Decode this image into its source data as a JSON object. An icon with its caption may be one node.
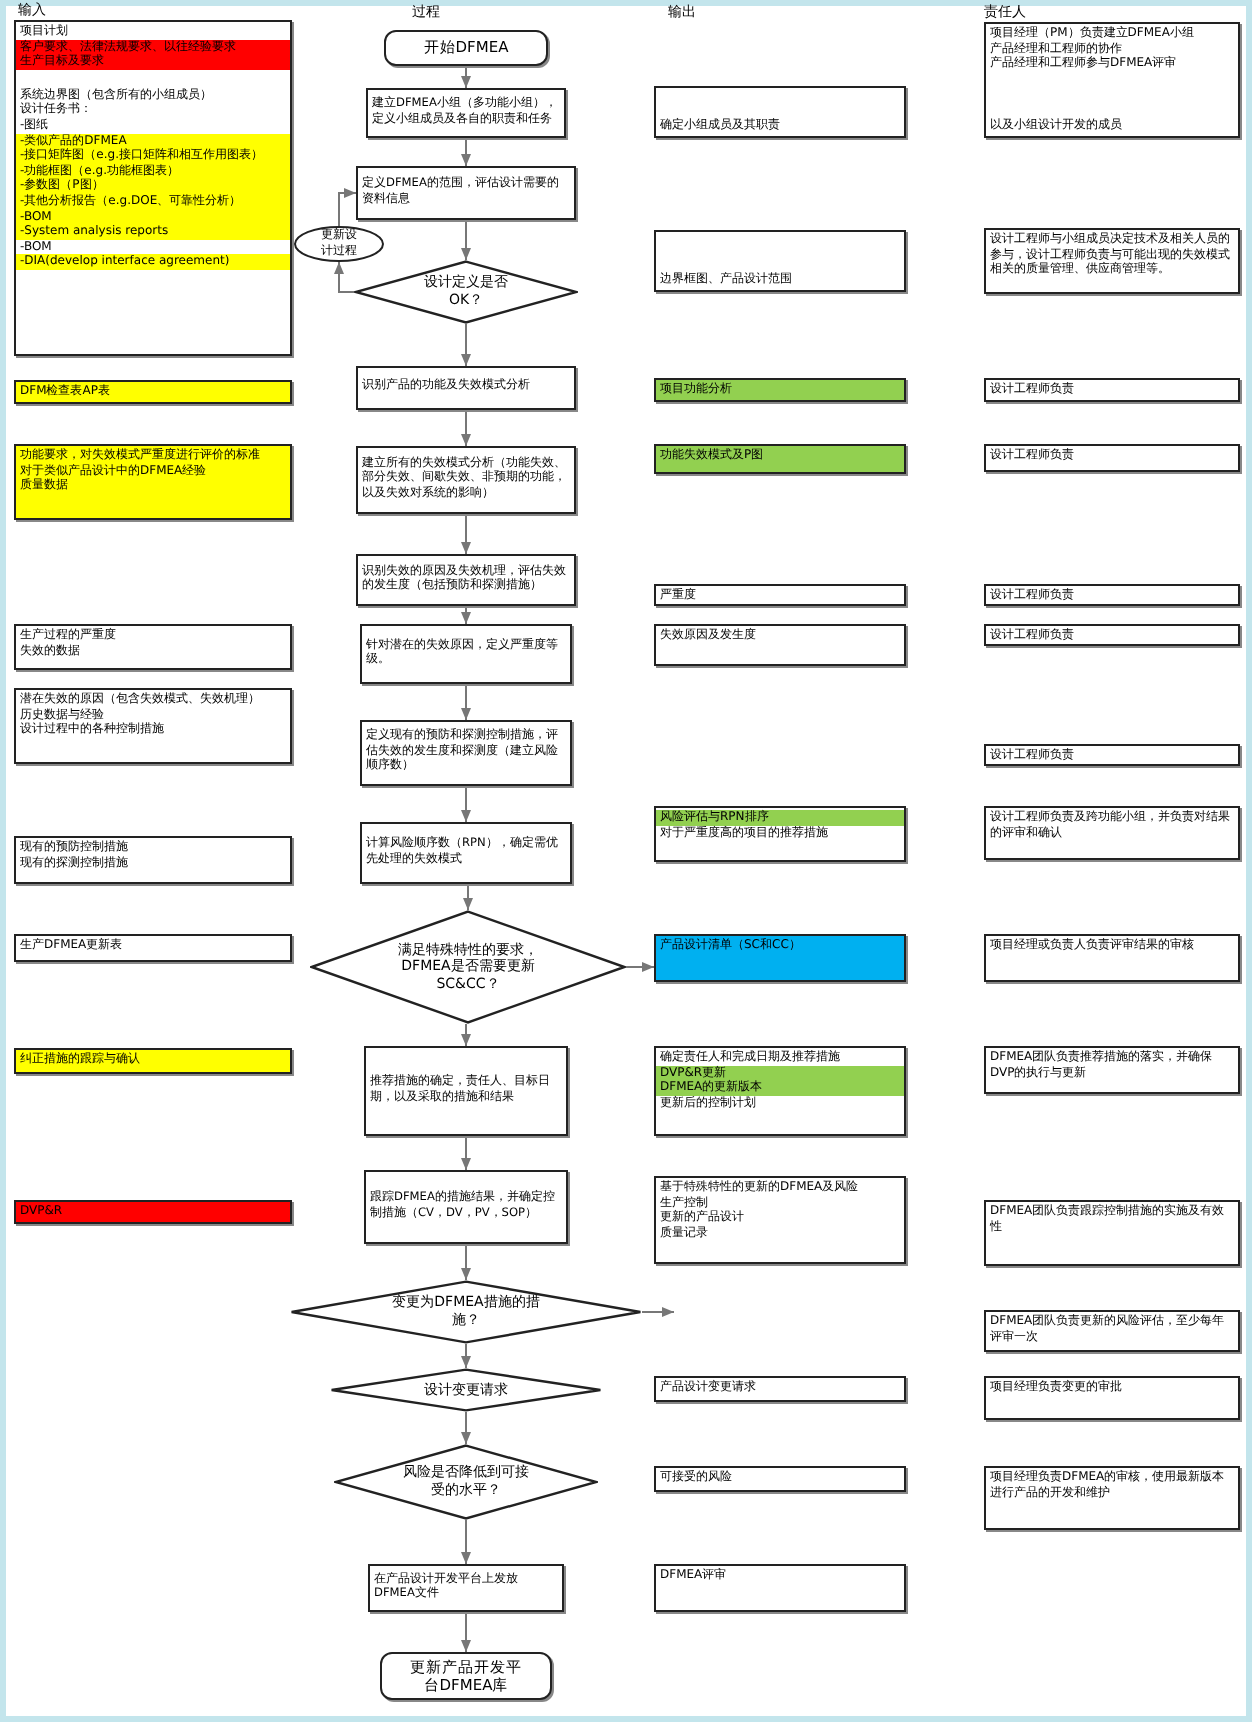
{
  "diagram": {
    "nodes": [
      {
        "text": [
          "项目计划",
          "客户要求、法律法规要求、以往经验要求",
          "生产目标及要求",
          "系统边界图（包含所有的小组成员）",
          "设计任务书：",
          "-图纸",
          "-类似产品的DFMEA",
          "-接口矩阵图（e.g.接口矩阵和相互作用图表）",
          "-功能框图（e.g.功能框图表）",
          "-参数图（P图）",
          "-其他分析报告（e.g.DOE、可靠性分析）",
          "-BOM",
          "-System analysis reports",
          "-BOM",
          "-DIA(develop interface agreement)"
        ]
      },
      {
        "text": [
          "DFM检查表AP表"
        ]
      },
      {
        "text": [
          "功能要求，对失效模式严重度进行评价的标准",
          "对于类似产品设计中的DFMEA经验",
          "质量数据"
        ]
      },
      {
        "text": [
          "生产过程的严重度",
          "失效的数据"
        ]
      },
      {
        "text": [
          "潜在失效的原因（包含失效模式、失效机理）",
          "历史数据与经验",
          "设计过程中的各种控制措施"
        ]
      },
      {
        "text": [
          "现有的预防控制措施",
          "现有的探测控制措施"
        ]
      },
      {
        "text": [
          "生产DFMEA更新表"
        ]
      },
      {
        "text": [
          "纠正措施的跟踪与确认"
        ]
      },
      {
        "text": [
          "DVP&R"
        ]
      },
      {
        "text": [
          "开始DFMEA"
        ]
      },
      {
        "text": [
          "建立DFMEA小组（多功能小组），定义小组成员及各自的职责和任务"
        ]
      },
      {
        "text": [
          "定义DFMEA的范围，评估设计需要的资料信息"
        ]
      },
      {
        "text": [
          "更新设计过程"
        ]
      },
      {
        "text": [
          "设计定义是否OK？"
        ]
      },
      {
        "text": [
          "识别产品的功能及失效模式分析"
        ]
      },
      {
        "text": [
          "建立所有的失效模式分析（功能失效、部分失效、间歇失效、非预期的功能，以及失效对系统的影响）"
        ]
      },
      {
        "text": [
          "识别失效的原因及失效机理，评估失效的发生度（包括预防和探测措施）"
        ]
      },
      {
        "text": [
          "针对潜在的失效原因，定义严重度等级。"
        ]
      },
      {
        "text": [
          "定义现有的预防和探测控制措施，评估失效的发生度和探测度（建立风险顺序数）"
        ]
      },
      {
        "text": [
          "计算风险顺序数（RPN），确定需优先处理的失效模式"
        ]
      },
      {
        "text": [
          "满足特殊特性的要求，DFMEA是否需要更新SC&CC？"
        ]
      },
      {
        "text": [
          "推荐措施的确定，责任人、目标日期，以及采取的措施和结果"
        ]
      },
      {
        "text": [
          "跟踪DFMEA的措施结果，并确定控制措施（CV，DV，PV，SOP）"
        ]
      },
      {
        "text": [
          "变更为DFMEA措施的措施？"
        ]
      },
      {
        "text": [
          "设计变更请求"
        ]
      },
      {
        "text": [
          "风险是否降低到可接受的水平？"
        ]
      },
      {
        "text": [
          "在产品设计开发平台上发放DFMEA文件"
        ]
      },
      {
        "text": [
          "更新产品开发平台DFMEA库"
        ]
      },
      {
        "text": [
          "确定小组成员及其职责"
        ]
      },
      {
        "text": [
          "边界框图、产品设计范围"
        ]
      },
      {
        "text": [
          "项目功能分析"
        ]
      },
      {
        "text": [
          "功能失效模式及P图"
        ]
      },
      {
        "text": [
          "严重度"
        ]
      },
      {
        "text": [
          "失效原因及发生度"
        ]
      },
      {
        "text": [
          "风险评估与RPN排序",
          "对于严重度高的项目的推荐措施"
        ]
      },
      {
        "text": [
          "产品设计清单（SC和CC）"
        ]
      },
      {
        "text": [
          "确定责任人和完成日期及推荐措施",
          "DVP&R更新",
          "DFMEA的更新版本",
          "更新后的控制计划"
        ]
      },
      {
        "text": [
          "基于特殊特性的更新的DFMEA及风险",
          "生产控制",
          "更新的产品设计",
          "质量记录"
        ]
      },
      {
        "text": [
          "产品设计变更请求"
        ]
      },
      {
        "text": [
          "可接受的风险"
        ]
      },
      {
        "text": [
          "DFMEA评审"
        ]
      },
      {
        "text": [
          "项目经理（PM）负责建立DFMEA小组",
          "产品经理和工程师的协作",
          "产品经理和工程师参与DFMEA评审",
          "以及小组设计开发的成员"
        ]
      },
      {
        "text": [
          "设计工程师与小组成员决定技术及相关人员的参与，设计工程师负责与可能出现的失效模式相关的质量管理、供应商管理等。"
        ]
      },
      {
        "text": [
          "设计工程师负责"
        ]
      },
      {
        "text": [
          "设计工程师负责"
        ]
      },
      {
        "text": [
          "设计工程师负责"
        ]
      },
      {
        "text": [
          "设计工程师负责"
        ]
      },
      {
        "text": [
          "设计工程师负责"
        ]
      },
      {
        "text": [
          "设计工程师负责及跨功能小组，并负责对结果的评审和确认"
        ]
      },
      {
        "text": [
          "项目经理或负责人负责评审结果的审核"
        ]
      },
      {
        "text": [
          "DFMEA团队负责推荐措施的落实，并确保DVP的执行与更新"
        ]
      },
      {
        "text": [
          "DFMEA团队负责跟踪控制措施的实施及有效性"
        ]
      },
      {
        "text": [
          "DFMEA团队负责更新的风险评估，至少每年评审一次"
        ]
      },
      {
        "text": [
          "项目经理负责变更的审批"
        ]
      },
      {
        "text": [
          "项目经理负责DFMEA的审核，使用最新版本进行产品的开发和维护"
        ]
      }
    ],
    "edges": [
      {
        "from": 9,
        "to": 10,
        "arrow": "to"
      },
      {
        "from": 10,
        "to": 11,
        "arrow": "to"
      },
      {
        "from": 11,
        "to": 13,
        "arrow": "to"
      },
      {
        "from": 13,
        "to": 12,
        "arrow": "to"
      },
      {
        "from": 12,
        "to": 11,
        "arrow": "to"
      },
      {
        "from": 13,
        "to": 14,
        "arrow": "to"
      },
      {
        "from": 14,
        "to": 15,
        "arrow": "to"
      },
      {
        "from": 15,
        "to": 16,
        "arrow": "to"
      },
      {
        "from": 16,
        "to": 17,
        "arrow": "to"
      },
      {
        "from": 17,
        "to": 18,
        "arrow": "to"
      },
      {
        "from": 18,
        "to": 19,
        "arrow": "to"
      },
      {
        "from": 19,
        "to": 20,
        "arrow": "to"
      },
      {
        "from": 20,
        "to": 21,
        "arrow": "to"
      },
      {
        "from": 20,
        "to": 35,
        "arrow": "to"
      },
      {
        "from": 21,
        "to": 22,
        "arrow": "to"
      },
      {
        "from": 22,
        "to": 23,
        "arrow": "to"
      },
      {
        "from": 23,
        "to": null,
        "arrow": "to"
      },
      {
        "from": 23,
        "to": 24,
        "arrow": "to"
      },
      {
        "from": 24,
        "to": 25,
        "arrow": "to"
      },
      {
        "from": 25,
        "to": 26,
        "arrow": "to"
      },
      {
        "from": 26,
        "to": 27,
        "arrow": "to"
      }
    ],
    "labels": [
      "输入",
      "过程",
      "输出",
      "责任人"
    ]
  }
}
